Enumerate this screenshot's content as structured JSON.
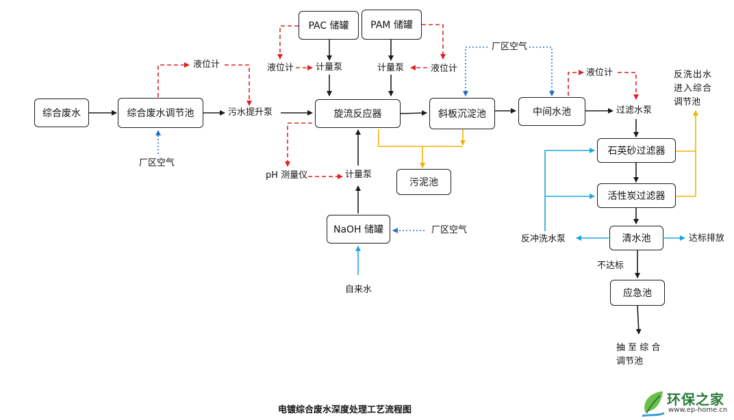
{
  "nodes": {
    "wastewater": "综合废水",
    "equalization_tank": "综合废水调节池",
    "pac_tank": "PAC 储罐",
    "pam_tank": "PAM 储罐",
    "cyclone_reactor": "旋流反应器",
    "inclined_plate_settler": "斜板沉淀池",
    "intermediate_tank": "中间水池",
    "sludge_tank": "污泥池",
    "naoh_tank": "NaOH 储罐",
    "quartz_sand_filter": "石英砂过滤器",
    "activated_carbon_filter": "活性炭过滤器",
    "clear_water_tank": "清水池",
    "emergency_tank": "应急池"
  },
  "labels": {
    "level_meter_1": "液位计",
    "sewage_lift_pump": "污水提升泵",
    "plant_air_1": "厂区空气",
    "level_meter_pac": "液位计",
    "metering_pump_pac": "计量泵",
    "metering_pump_pam": "计量泵",
    "level_meter_pam": "液位计",
    "plant_air_top": "厂区空气",
    "level_meter_mid": "液位计",
    "filter_pump": "过滤水泵",
    "backwash_return_line1": "反洗出水",
    "backwash_return_line2": "进入综合",
    "backwash_return_line3": "调节池",
    "ph_meter": "pH 测量仪",
    "metering_pump_naoh": "计量泵",
    "plant_air_naoh": "厂区空气",
    "tap_water": "自来水",
    "backwash_pump": "反冲洗水泵",
    "discharge": "达标排放",
    "not_compliant": "不达标",
    "return_line1": "抽 至 综 合",
    "return_line2": "调节池"
  },
  "title": "电镀综合废水深度处理工艺流程图",
  "logo": {
    "text": "环保之家",
    "url": "www.ep-home.cn"
  },
  "colors": {
    "main_flow": "#1a1a1a",
    "level_signal": "#e02020",
    "air_line": "#1f6fc9",
    "sludge_line": "#f0b400",
    "water_line": "#1aa6e0",
    "logo_green": "#2a7a3c"
  }
}
